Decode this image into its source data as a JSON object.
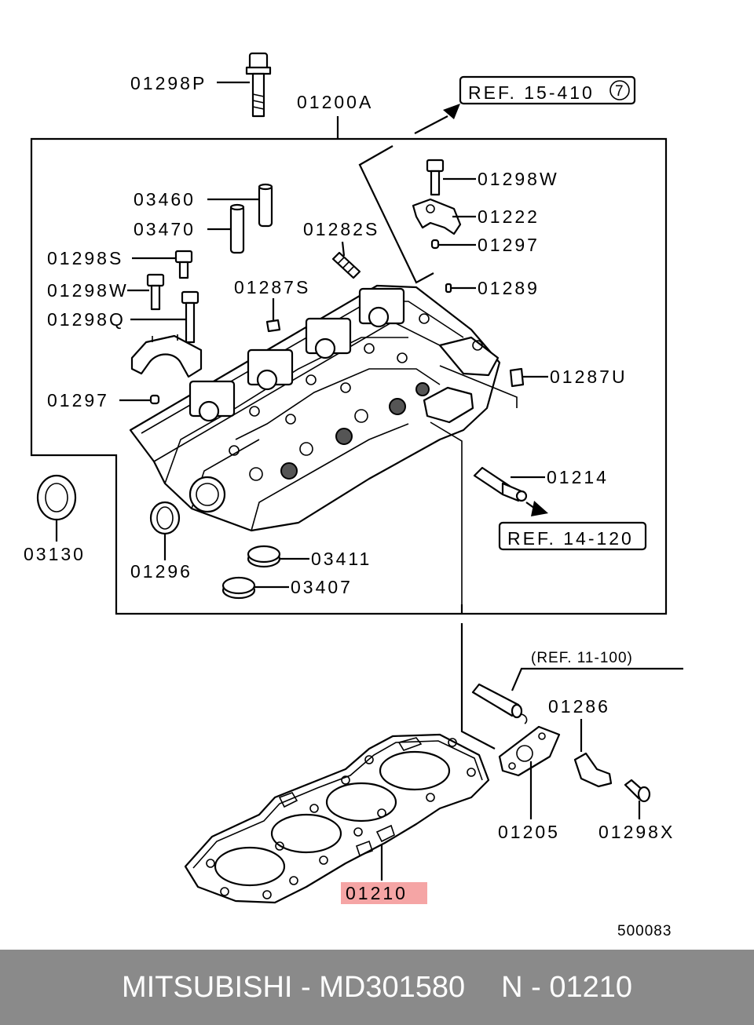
{
  "diagram": {
    "labels": {
      "p01298P": "01298P",
      "p01200A": "01200A",
      "ref_15_410": "REF. 15-410",
      "ref_15_410_circle": "7",
      "p01298W_top": "01298W",
      "p01222": "01222",
      "p01297_top": "01297",
      "p01289": "01289",
      "p03460": "03460",
      "p03470": "03470",
      "p01282S": "01282S",
      "p01298S": "01298S",
      "p01298W_left": "01298W",
      "p01287S": "01287S",
      "p01298Q": "01298Q",
      "p01287U": "01287U",
      "p01297_left": "01297",
      "p01214": "01214",
      "ref_14_120": "REF. 14-120",
      "p03130": "03130",
      "p01296": "01296",
      "p03411": "03411",
      "p03407": "03407",
      "ref_11_100": "(REF. 11-100)",
      "p01286": "01286",
      "p01205": "01205",
      "p01298X": "01298X",
      "p01210": "01210",
      "diagram_number": "500083"
    },
    "highlight_color": "#f5a5a5"
  },
  "footer": {
    "brand": "MITSUBISHI - MD301580",
    "part_code": "N - 01210",
    "background_color": "#8a8a8a"
  }
}
